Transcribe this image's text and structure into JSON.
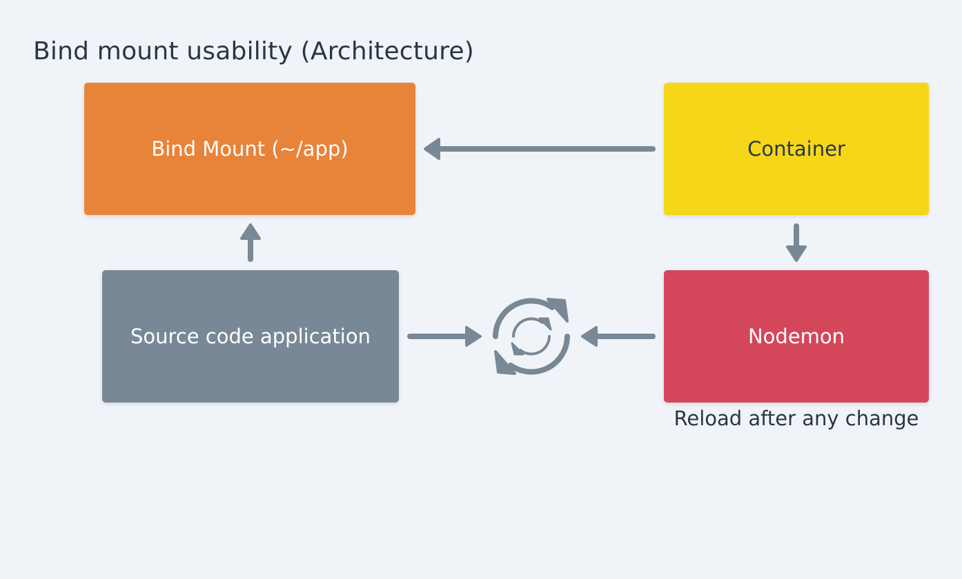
{
  "title": "Bind mount usability (Architecture)",
  "nodes": {
    "bind_mount": {
      "label": "Bind Mount (~/app)"
    },
    "container": {
      "label": "Container"
    },
    "source_code": {
      "label": "Source code application"
    },
    "nodemon": {
      "label": "Nodemon",
      "caption": "Reload after any change"
    }
  },
  "icons": {
    "sync": "sync-icon"
  },
  "colors": {
    "background": "#f0f4f8",
    "bind_mount": "#e8843a",
    "container": "#f6d619",
    "source_code": "#788896",
    "nodemon": "#d4475b",
    "arrow": "#788896",
    "text_dark": "#283747"
  }
}
